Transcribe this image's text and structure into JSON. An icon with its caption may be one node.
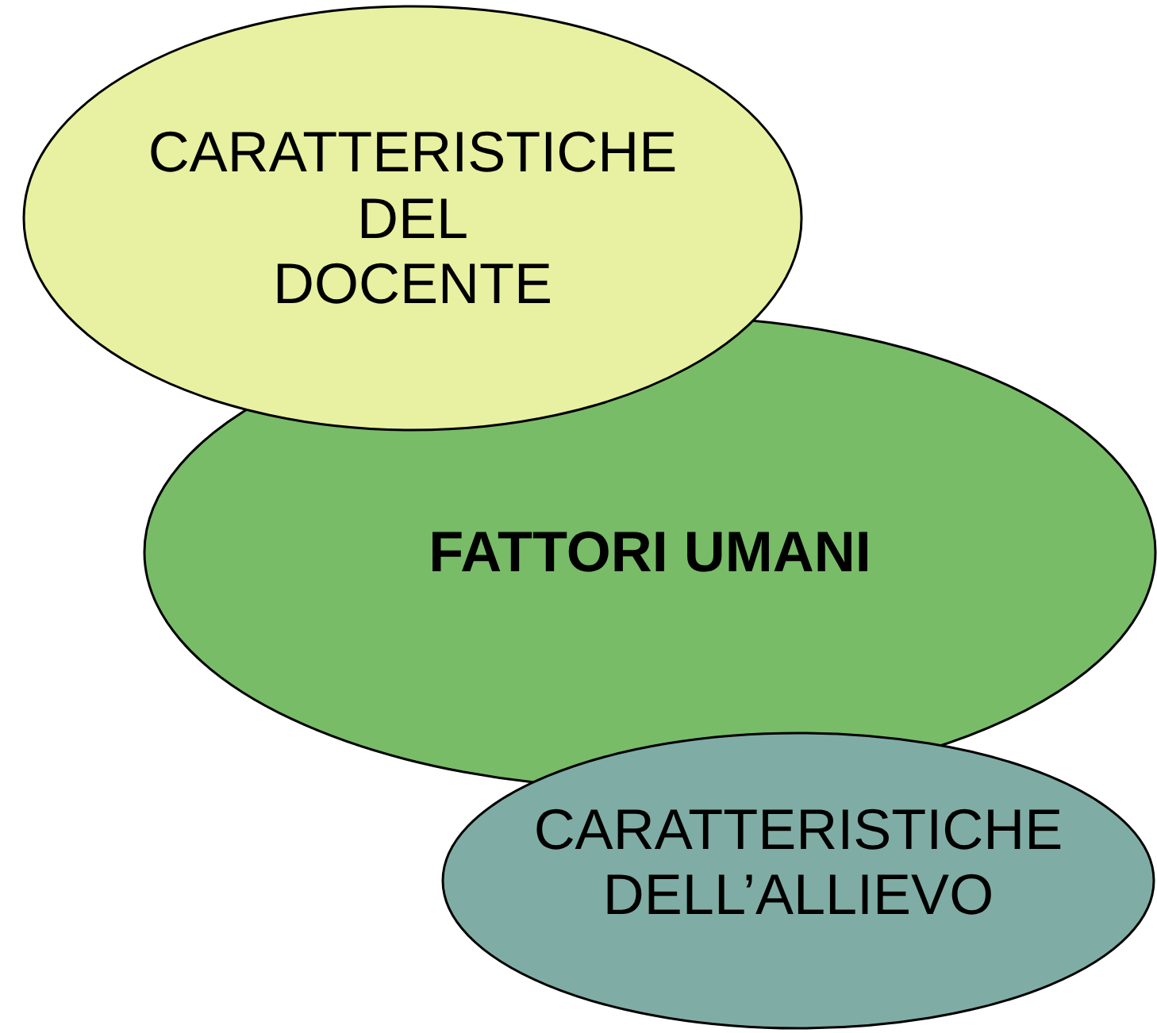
{
  "diagram": {
    "nodes": [
      {
        "text": [
          "CARATTERISTICHE DEL DOCENTE"
        ]
      },
      {
        "text": [
          "FATTORI UMANI"
        ]
      },
      {
        "text": [
          "CARATTERISTICHE DELL’ALLIEVO"
        ]
      }
    ]
  }
}
